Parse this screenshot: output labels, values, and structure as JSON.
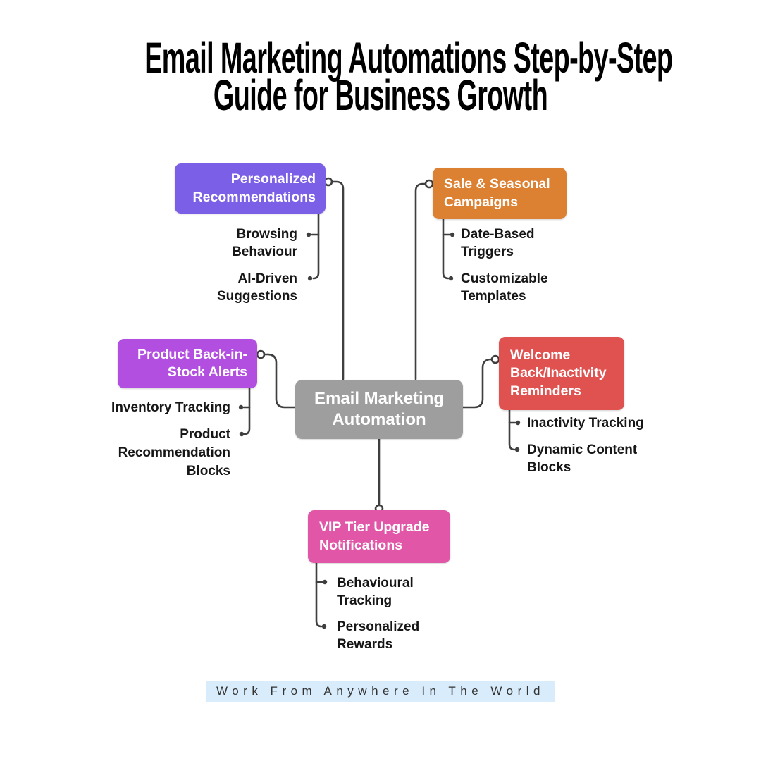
{
  "title": {
    "line1": "Email Marketing Automations Step-by-Step",
    "line2": "Guide for Business Growth"
  },
  "center": {
    "label": "Email Marketing Automation",
    "color": "#9E9E9E"
  },
  "branches": [
    {
      "label": "Personalized Recommendations",
      "color": "#7B5FE6",
      "children": [
        "Browsing Behaviour",
        "AI-Driven Suggestions"
      ]
    },
    {
      "label": "Sale & Seasonal Campaigns",
      "color": "#DC8032",
      "children": [
        "Date-Based Triggers",
        "Customizable Templates"
      ]
    },
    {
      "label": "Product Back-in-Stock Alerts",
      "color": "#B24FE0",
      "children": [
        "Inventory Tracking",
        "Product Recommendation Blocks"
      ]
    },
    {
      "label": "Welcome Back/Inactivity Reminders",
      "color": "#DF5250",
      "children": [
        "Inactivity Tracking",
        "Dynamic Content Blocks"
      ]
    },
    {
      "label": "VIP Tier Upgrade Notifications",
      "color": "#E156A7",
      "children": [
        "Behavioural Tracking",
        "Personalized Rewards"
      ]
    }
  ],
  "footer": {
    "text": "Work From Anywhere In The World",
    "highlight": "#D9ECFB"
  },
  "connector_color": "#3F3F3F"
}
